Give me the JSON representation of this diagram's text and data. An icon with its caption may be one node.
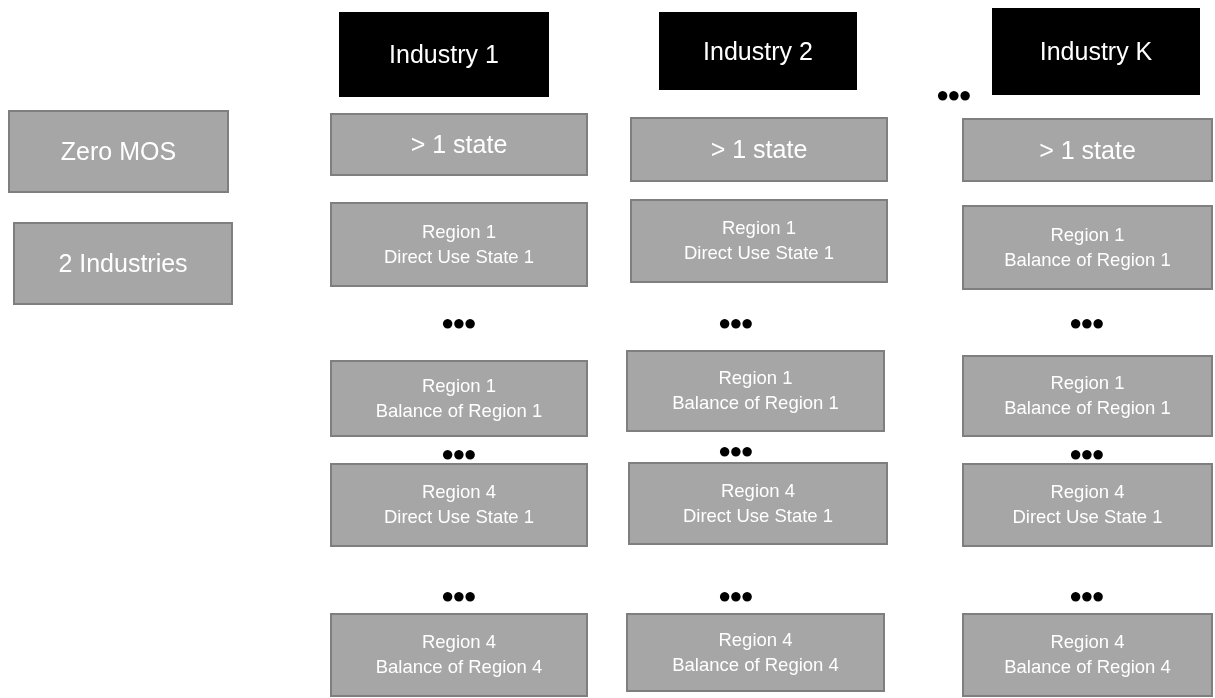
{
  "diagram": {
    "nodes": [
      {
        "text": [
          "Zero MOS"
        ]
      },
      {
        "text": [
          "2 Industries"
        ]
      },
      {
        "text": [
          "Industry 1"
        ]
      },
      {
        "text": [
          "Industry 2"
        ]
      },
      {
        "text": [
          "Industry K"
        ]
      },
      {
        "text": [
          "> 1 state"
        ]
      },
      {
        "text": [
          "> 1 state"
        ]
      },
      {
        "text": [
          "> 1 state"
        ]
      },
      {
        "text": [
          "Region 1",
          "Direct Use State 1"
        ]
      },
      {
        "text": [
          "Region 1",
          "Direct Use State 1"
        ]
      },
      {
        "text": [
          "Region 1",
          "Balance of Region 1"
        ]
      },
      {
        "text": [
          "Region 1",
          "Balance of Region 1"
        ]
      },
      {
        "text": [
          "Region 1",
          "Balance of Region 1"
        ]
      },
      {
        "text": [
          "Region 1",
          "Balance of Region 1"
        ]
      },
      {
        "text": [
          "Region 4",
          "Direct Use State 1"
        ]
      },
      {
        "text": [
          "Region 4",
          "Direct Use State 1"
        ]
      },
      {
        "text": [
          "Region 4",
          "Direct Use State 1"
        ]
      },
      {
        "text": [
          "Region 4",
          "Balance of Region 4"
        ]
      },
      {
        "text": [
          "Region 4",
          "Balance of Region 4"
        ]
      },
      {
        "text": [
          "Region 4",
          "Balance of Region 4"
        ]
      }
    ],
    "labels": [
      "●●●",
      "●●●",
      "●●●",
      "●●●",
      "●●●",
      "●●●",
      "●●●",
      "●●●",
      "●●●",
      "●●●"
    ]
  }
}
